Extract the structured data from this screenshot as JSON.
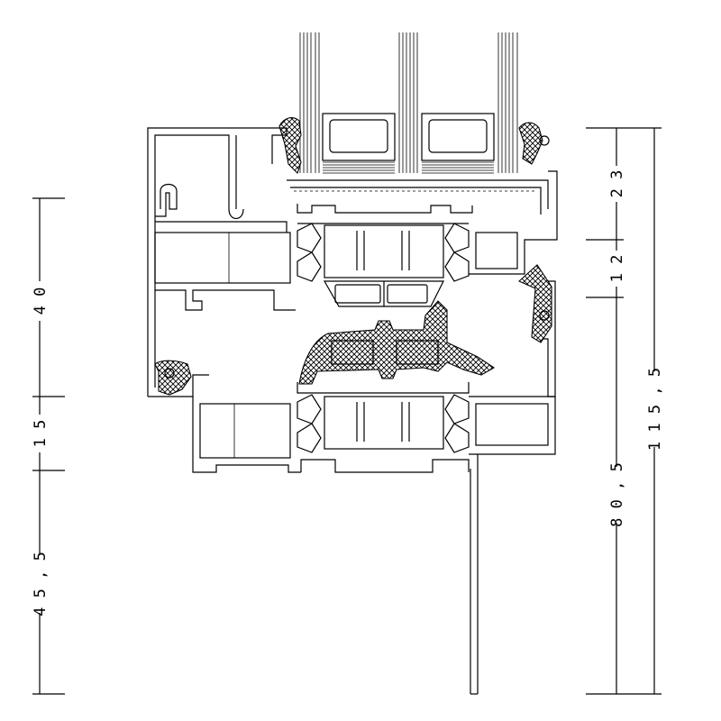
{
  "dimensions": {
    "left": [
      {
        "id": "d40",
        "label": "4 0"
      },
      {
        "id": "d15",
        "label": "1 5"
      },
      {
        "id": "d455",
        "label": "4 5 , 5"
      }
    ],
    "right_inner": [
      {
        "id": "d23",
        "label": "2 3"
      },
      {
        "id": "d12",
        "label": "1 2"
      },
      {
        "id": "d805",
        "label": "8 0 , 5"
      }
    ],
    "right_outer": [
      {
        "id": "d1155",
        "label": "1 1 5 , 5"
      }
    ]
  },
  "colors": {
    "line": "#000000",
    "gasket_hatch": "#000000",
    "background": "#ffffff"
  }
}
